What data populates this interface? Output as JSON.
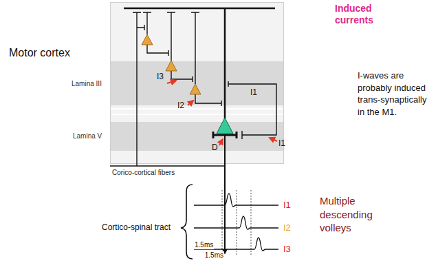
{
  "diagram": {
    "nodes": [
      {
        "text": [
          "Motor cortex"
        ]
      },
      {
        "text": [
          "Lamina III"
        ],
        "in": 0
      },
      {
        "text": [
          "Lamina V"
        ],
        "in": 0
      }
    ],
    "labels": [
      "I3",
      "I2",
      "I1",
      "I1",
      "D",
      "Corico-cortical fibers",
      "Cortico-spinal tract",
      "I1",
      "I2",
      "I3",
      "Multiple descending volleys",
      "1.5ms",
      "1.5ms",
      "I-waves are probably induced trans-synaptically in the M1.",
      "Induced currents"
    ]
  }
}
